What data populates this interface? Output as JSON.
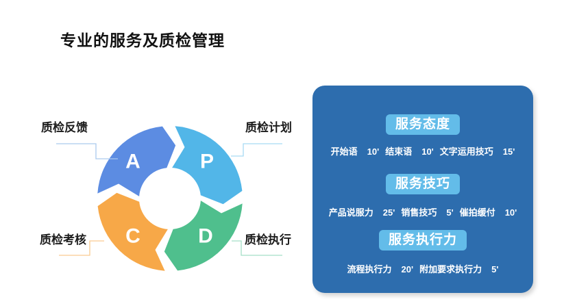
{
  "title": "专业的服务及质检管理",
  "diagram": {
    "segments": [
      {
        "letter": "A",
        "color": "#5c8ce2",
        "label": "质检反馈",
        "line_color": "#aac9ee"
      },
      {
        "letter": "P",
        "color": "#52b6e8",
        "label": "质检计划",
        "line_color": "#a6daf3"
      },
      {
        "letter": "C",
        "color": "#f7a848",
        "label": "质检考核",
        "line_color": "#f9cb90"
      },
      {
        "letter": "D",
        "color": "#4fbf8d",
        "label": "质检执行",
        "line_color": "#a3dfc6"
      }
    ],
    "cycle_order": "A → P → D → C (clockwise)"
  },
  "panel": {
    "background": "#2d6dae",
    "header_background": "#63bce9",
    "sections": [
      {
        "header": "服务态度",
        "items": [
          {
            "label": "开始语",
            "minutes": "10'"
          },
          {
            "label": "结束语",
            "minutes": "10'"
          },
          {
            "label": "文字运用技巧",
            "minutes": "15'"
          }
        ]
      },
      {
        "header": "服务技巧",
        "items": [
          {
            "label": "产品说服力",
            "minutes": "25'"
          },
          {
            "label": "销售技巧",
            "minutes": "5'"
          },
          {
            "label": "催拍缓付",
            "minutes": "10'"
          }
        ]
      },
      {
        "header": "服务执行力",
        "items": [
          {
            "label": "流程执行力",
            "minutes": "20'"
          },
          {
            "label": "附加要求执行力",
            "minutes": "5'"
          }
        ]
      }
    ]
  }
}
